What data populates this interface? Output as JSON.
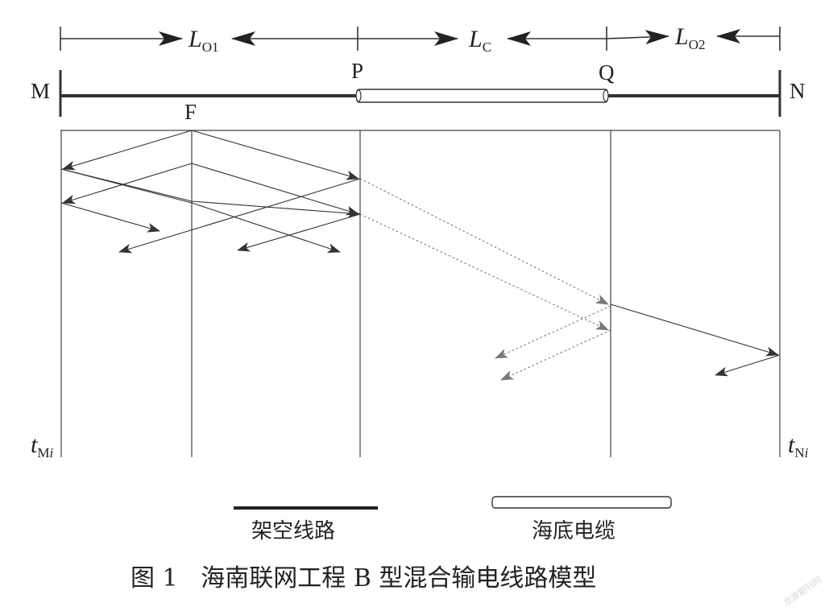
{
  "dimensions": {
    "lo1": {
      "main": "L",
      "sub": "O1"
    },
    "lc": {
      "main": "L",
      "sub": "C"
    },
    "lo2": {
      "main": "L",
      "sub": "O2"
    }
  },
  "nodes": {
    "m": "M",
    "n": "N",
    "p": "P",
    "q": "Q",
    "f": "F"
  },
  "time_labels": {
    "left": {
      "main": "t",
      "sub": "M",
      "sub_i": "i"
    },
    "right": {
      "main": "t",
      "sub": "N",
      "sub_i": "i"
    }
  },
  "legend": {
    "overhead": "架空线路",
    "cable": "海底电缆"
  },
  "caption": "图 1   海南联网工程 B 型混合输电线路模型",
  "watermark": "龙源期刊网",
  "colors": {
    "line": "#333333",
    "thin": "#555555",
    "cable_fill": "#ffffff"
  }
}
